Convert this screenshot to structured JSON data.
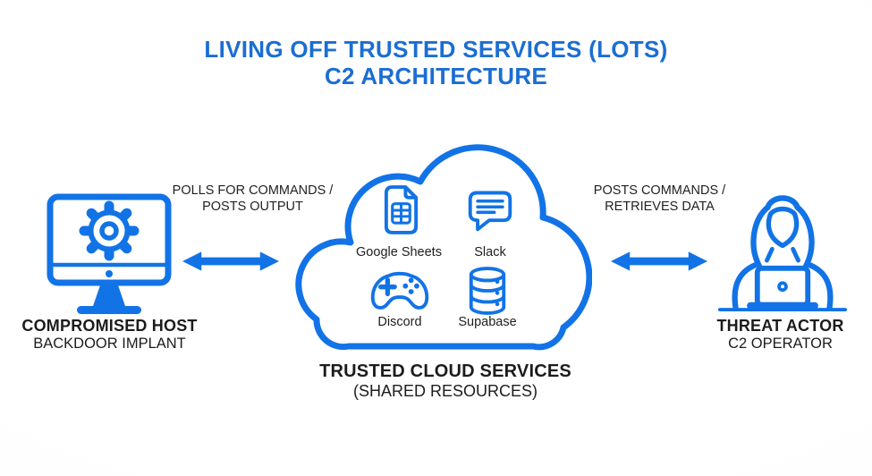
{
  "title": {
    "line1": "LIVING OFF TRUSTED SERVICES (LOTS)",
    "line2": "C2 ARCHITECTURE"
  },
  "colors": {
    "accent_blue": "#1273e6",
    "title_blue": "#1b6ed2",
    "text_dark": "#1c1c1c"
  },
  "nodes": {
    "compromised_host": {
      "label": "COMPROMISED HOST",
      "sublabel": "BACKDOOR IMPLANT",
      "icon": "monitor-gear-icon"
    },
    "cloud": {
      "label": "TRUSTED CLOUD SERVICES",
      "sublabel": "(SHARED RESOURCES)",
      "icon": "cloud-icon",
      "services": [
        {
          "name": "Google Sheets",
          "icon": "google-sheets-icon"
        },
        {
          "name": "Slack",
          "icon": "slack-icon"
        },
        {
          "name": "Discord",
          "icon": "discord-icon"
        },
        {
          "name": "Supabase",
          "icon": "supabase-icon"
        }
      ]
    },
    "threat_actor": {
      "label": "THREAT ACTOR",
      "sublabel": "C2 OPERATOR",
      "icon": "hacker-icon"
    }
  },
  "links": {
    "host_cloud": {
      "line1": "POLLS FOR COMMANDS /",
      "line2": "POSTS OUTPUT",
      "direction": "bidirectional"
    },
    "cloud_actor": {
      "line1": "POSTS COMMANDS /",
      "line2": "RETRIEVES DATA",
      "direction": "bidirectional"
    }
  }
}
